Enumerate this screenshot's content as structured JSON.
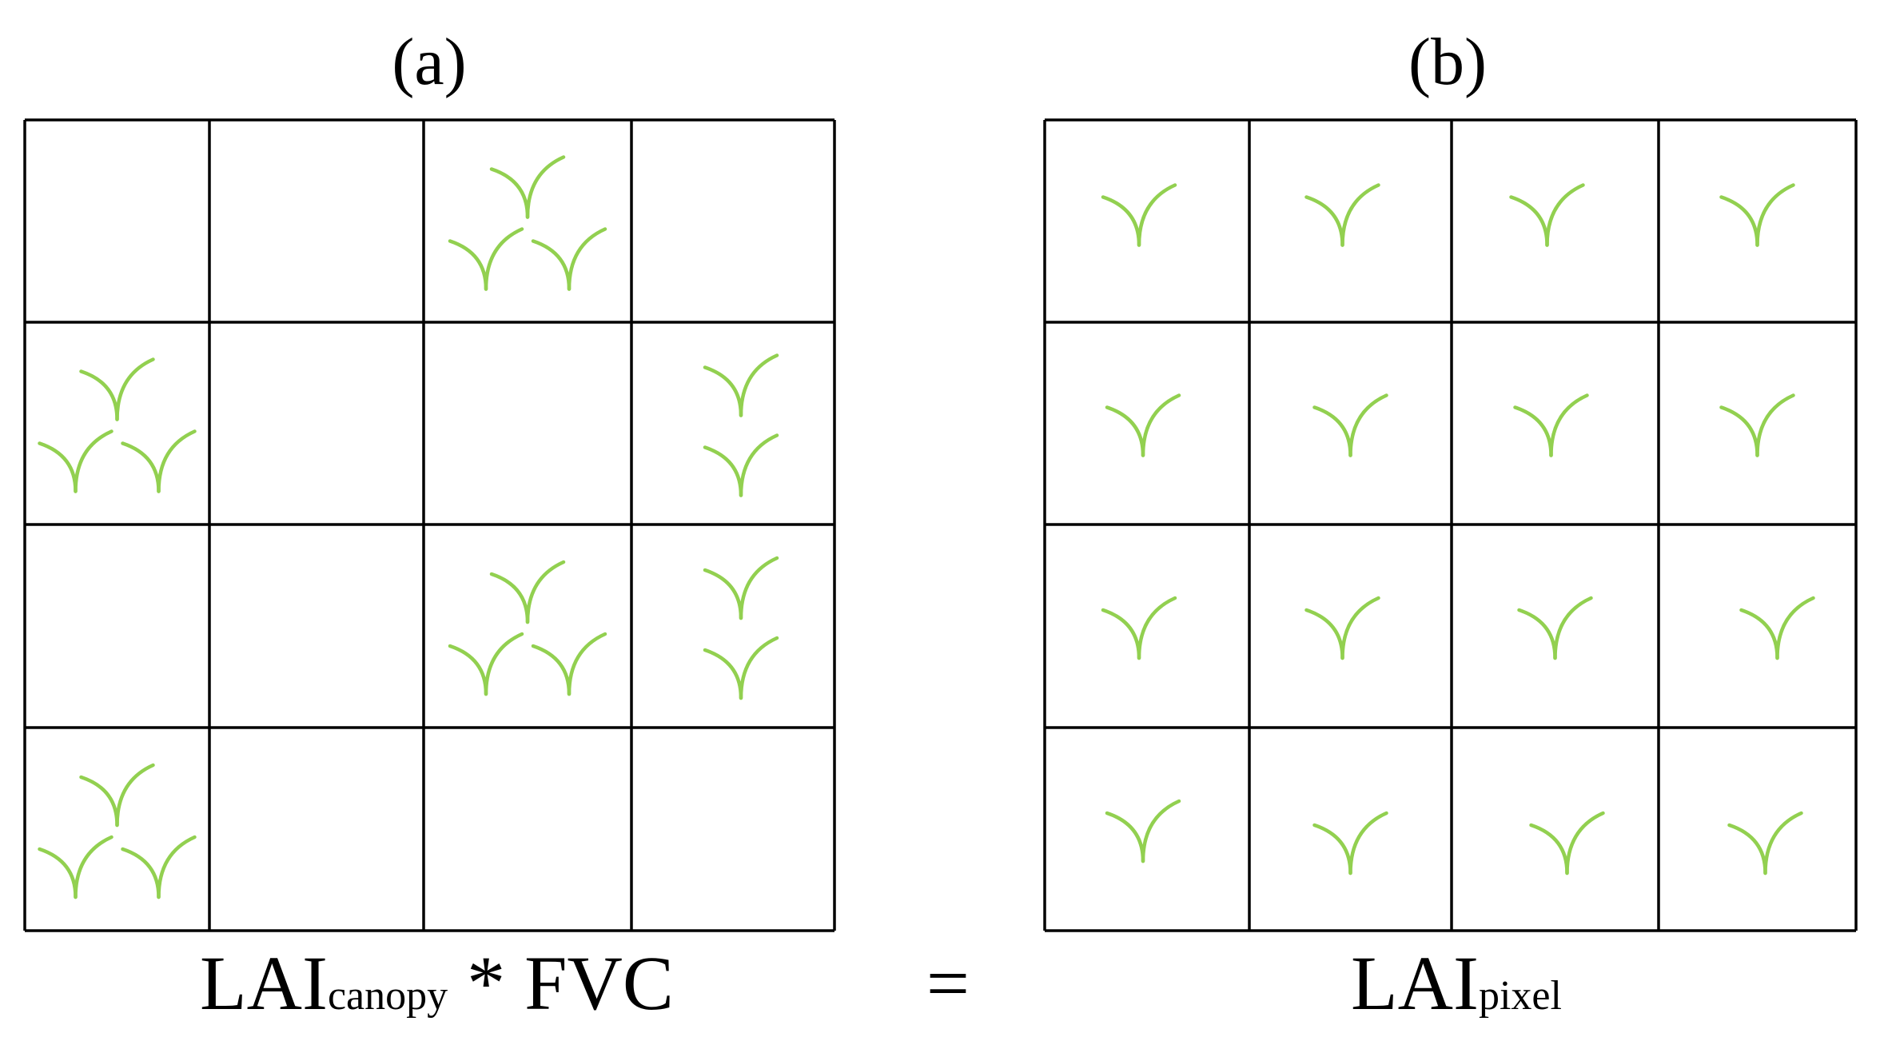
{
  "panels": {
    "a": {
      "title": "(a)"
    },
    "b": {
      "title": "(b)"
    }
  },
  "formula": {
    "left_main": "LAI",
    "left_sub": "canopy",
    "operator": " * FVC",
    "equals": "=",
    "right_main": "LAI",
    "right_sub": "pixel"
  },
  "colors": {
    "plant": "#92d050",
    "grid": "#000000"
  },
  "grid_a": {
    "rows": 4,
    "cols": 4,
    "plants_per_cell": [
      [
        0,
        0,
        3,
        0
      ],
      [
        3,
        0,
        0,
        2
      ],
      [
        0,
        0,
        3,
        2
      ],
      [
        3,
        0,
        0,
        0
      ]
    ]
  },
  "grid_b": {
    "rows": 4,
    "cols": 4,
    "plants_per_cell": [
      [
        1,
        1,
        1,
        1
      ],
      [
        1,
        1,
        1,
        1
      ],
      [
        1,
        1,
        1,
        1
      ],
      [
        1,
        1,
        1,
        1
      ]
    ]
  },
  "icons": {
    "plant": "seedling-icon"
  }
}
